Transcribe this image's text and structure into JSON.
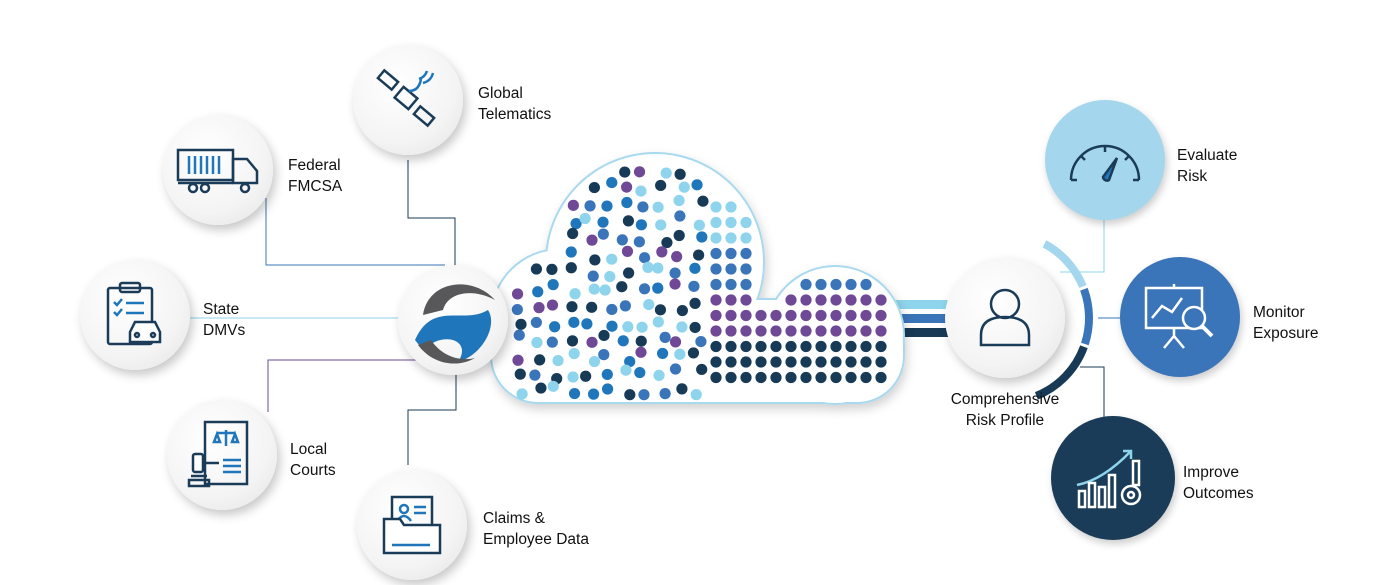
{
  "sources": [
    {
      "id": "telematics",
      "line1": "Global",
      "line2": "Telematics",
      "icon": "satellite-icon"
    },
    {
      "id": "fmcsa",
      "line1": "Federal",
      "line2": "FMCSA",
      "icon": "truck-icon"
    },
    {
      "id": "dmv",
      "line1": "State",
      "line2": "DMVs",
      "icon": "clipboard-car-icon"
    },
    {
      "id": "courts",
      "line1": "Local",
      "line2": "Courts",
      "icon": "gavel-scales-icon"
    },
    {
      "id": "claims",
      "line1": "Claims &",
      "line2": "Employee Data",
      "icon": "folder-id-icon"
    }
  ],
  "profile": {
    "line1": "Comprehensive",
    "line2": "Risk Profile",
    "icon": "user-icon"
  },
  "outcomes": [
    {
      "id": "evaluate",
      "line1": "Evaluate",
      "line2": "Risk",
      "icon": "gauge-icon",
      "color": "#a4d7ee"
    },
    {
      "id": "monitor",
      "line1": "Monitor",
      "line2": "Exposure",
      "icon": "presentation-chart-icon",
      "color": "#3a74b9"
    },
    {
      "id": "improve",
      "line1": "Improve",
      "line2": "Outcomes",
      "icon": "growth-chart-gear-icon",
      "color": "#1a3c58"
    }
  ],
  "palette": {
    "light": "#8ed4ec",
    "mid": "#3a74b9",
    "purple": "#6f4896",
    "navy": "#173a56",
    "bright": "#1f76bb",
    "outline": "#a8d9ef"
  }
}
